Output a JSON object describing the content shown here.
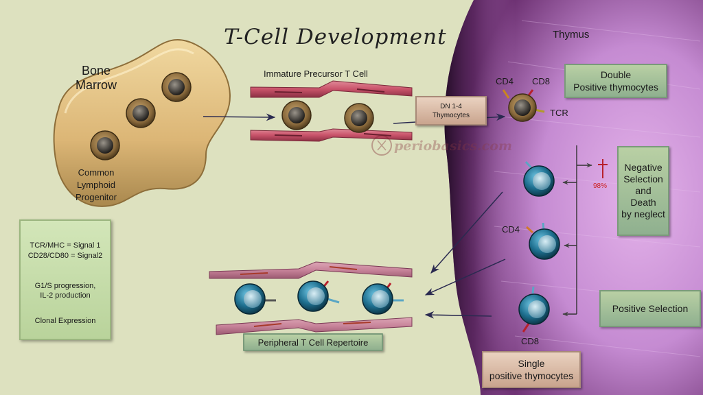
{
  "title": "T-Cell Development",
  "bone_marrow": "Bone\nMarrow",
  "common_lymphoid_progenitor": "Common\nLymphoid\nProgenitor",
  "immature_precursor": "Immature Precursor T Cell",
  "dn_box": "DN 1-4\nThymocytes",
  "thymus": "Thymus",
  "double_positive": "Double\nPositive thymocytes",
  "cd4_top": "CD4",
  "cd8_top": "CD8",
  "tcr": "TCR",
  "watermark": "periobasics.com",
  "negative_selection": "Negative\nSelection\nand\nDeath\nby neglect",
  "death_percent": "98%",
  "cd4_mid": "CD4",
  "positive_selection": "Positive Selection",
  "cd8_bottom": "CD8",
  "single_positive": "Single\npositive thymocytes",
  "peripheral": "Peripheral T Cell Repertoire",
  "signal_box": {
    "line1": "TCR/MHC = Signal 1",
    "line2": "CD28/CD80 = Signal2",
    "line3": "G1/S progression,",
    "line4": "IL-2 production",
    "line5": "Clonal Expression"
  },
  "colors": {
    "background": "#dde1bf",
    "thymus": "#c58bd2",
    "vessel": "#c9536a",
    "precursor_cell": "#8a6a3c",
    "mature_cell": "#1e6f8f",
    "green_box": "#a9c49a",
    "tan_box": "#d7b7a3",
    "death_mark": "#cc2222"
  }
}
